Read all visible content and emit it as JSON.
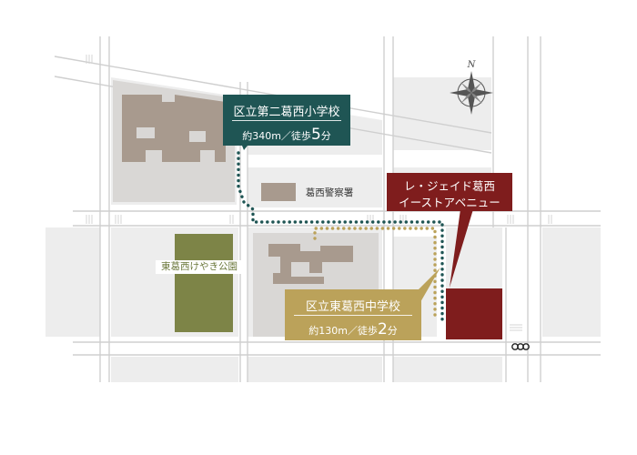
{
  "map": {
    "compass_letter": "N",
    "school1": {
      "name": "区立第二葛西小学校",
      "distance_prefix": "約340m／徒歩",
      "minutes": "5",
      "unit": "分",
      "color": "#1f5554"
    },
    "school2": {
      "name": "区立東葛西中学校",
      "distance_prefix": "約130m／徒歩",
      "minutes": "2",
      "unit": "分",
      "color": "#bba25a"
    },
    "destination": {
      "line1": "レ・ジェイド葛西",
      "line2": "イーストアベニュー",
      "color": "#7f1d1d"
    },
    "police_label": "葛西警察署",
    "park_label": "東葛西けやき公園",
    "colors": {
      "road": "#ffffff",
      "block": "#ededed",
      "school_ground": "#d9d7d5",
      "building": "#a89a8e",
      "park": "#7d8447",
      "route_dark": "#1f5554",
      "route_gold": "#bba25a",
      "site": "#7f1d1d"
    }
  }
}
